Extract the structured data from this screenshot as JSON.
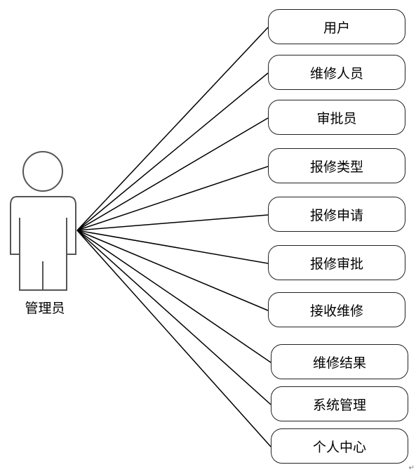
{
  "actor": {
    "label": "管理员"
  },
  "use_cases": [
    {
      "id": "user",
      "label": "用户"
    },
    {
      "id": "repair-staff",
      "label": "维修人员"
    },
    {
      "id": "approver",
      "label": "审批员"
    },
    {
      "id": "repair-type",
      "label": "报修类型"
    },
    {
      "id": "repair-request",
      "label": "报修申请"
    },
    {
      "id": "repair-approval",
      "label": "报修审批"
    },
    {
      "id": "accept-repair",
      "label": "接收维修"
    },
    {
      "id": "repair-result",
      "label": "维修结果"
    },
    {
      "id": "system-management",
      "label": "系统管理"
    },
    {
      "id": "personal-center",
      "label": "个人中心"
    }
  ],
  "corner_mark": "↵"
}
